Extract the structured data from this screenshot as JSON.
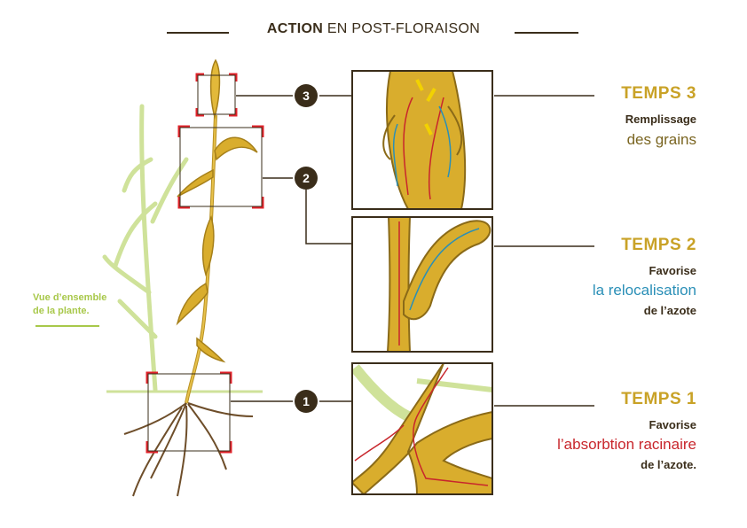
{
  "header": {
    "title_bold": "ACTION",
    "title_rest": "EN POST-FLORAISON"
  },
  "side_label": {
    "line1": "Vue d’ensemble",
    "line2": "de la plante."
  },
  "markers": [
    "1",
    "2",
    "3"
  ],
  "stages": {
    "temps3": {
      "heading": "TEMPS 3",
      "line1": "Remplissage",
      "line2": "des grains"
    },
    "temps2": {
      "heading": "TEMPS 2",
      "line1": "Favorise",
      "line2": "la relocalisation",
      "line3": "de l’azote"
    },
    "temps1": {
      "heading": "TEMPS 1",
      "line1": "Favorise",
      "line2": "l’absorbtion racinaire",
      "line3": "de l’azote."
    }
  },
  "colors": {
    "gold": "#c9a227",
    "dark": "#3a2d1a",
    "nitrogen_blue": "#2a8fb7",
    "nitrogen_red": "#c8262c",
    "frame_red": "#e0222a",
    "plant_green": "#a8c84a"
  }
}
